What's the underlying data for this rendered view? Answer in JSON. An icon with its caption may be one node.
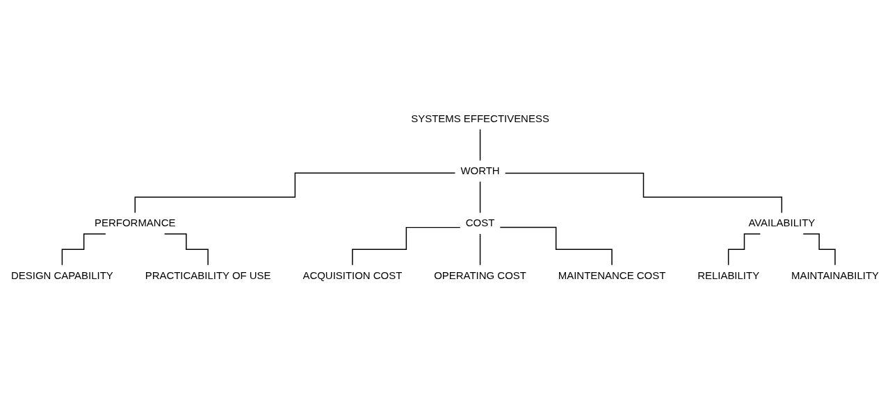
{
  "diagram": {
    "nodes": [
      {
        "text": [
          "SYSTEMS EFFECTIVENESS"
        ]
      },
      {
        "text": [
          "WORTH"
        ]
      },
      {
        "text": [
          "PERFORMANCE"
        ]
      },
      {
        "text": [
          "COST"
        ]
      },
      {
        "text": [
          "AVAILABILITY"
        ]
      },
      {
        "text": [
          "DESIGN CAPABILITY"
        ]
      },
      {
        "text": [
          "ACQUISITION COST"
        ]
      },
      {
        "text": [
          "MAINTENANCE COST"
        ]
      },
      {
        "text": [
          "MAINTAINABILITY"
        ]
      },
      {
        "text": [
          "PRACTICABILITY OF USE"
        ]
      },
      {
        "text": [
          "OPERATING COST"
        ]
      },
      {
        "text": [
          "RELIABILITY"
        ]
      }
    ],
    "edges": [
      {
        "from": 0,
        "to": 1,
        "arrow": "none"
      },
      {
        "from": 1,
        "to": 2,
        "arrow": "none"
      },
      {
        "from": 1,
        "to": 3,
        "arrow": "none"
      },
      {
        "from": 1,
        "to": 4,
        "arrow": "none"
      },
      {
        "from": 2,
        "to": 5,
        "arrow": "none"
      },
      {
        "from": 2,
        "to": 9,
        "arrow": "none"
      },
      {
        "from": 3,
        "to": 6,
        "arrow": "none"
      },
      {
        "from": 3,
        "to": 10,
        "arrow": "none"
      },
      {
        "from": 3,
        "to": 7,
        "arrow": "none"
      },
      {
        "from": 4,
        "to": 11,
        "arrow": "none"
      },
      {
        "from": 4,
        "to": 8,
        "arrow": "none"
      }
    ]
  }
}
